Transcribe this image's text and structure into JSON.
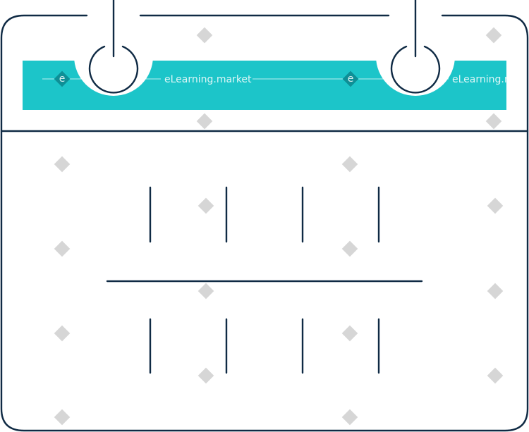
{
  "colors": {
    "outline": "#0f2a44",
    "header_band": "#1cc5c9",
    "background": "#ffffff",
    "watermark_diamond": "#c9c9c9",
    "watermark_on_band": "#0e8f96"
  },
  "icon": {
    "semantic": "calendar-icon",
    "grid_rows": 2,
    "grid_marks_per_row": 4
  },
  "watermark": {
    "label": "eLearning.market",
    "badge_letter": "e"
  }
}
